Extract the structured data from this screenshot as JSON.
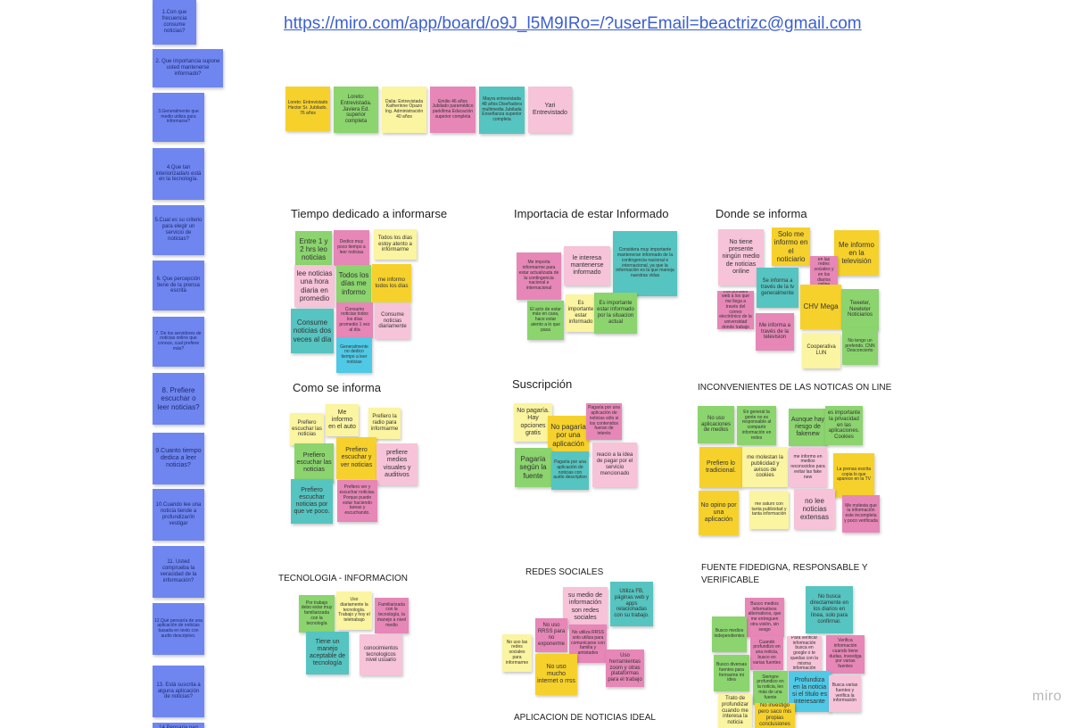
{
  "board_url": "https://miro.com/app/board/o9J_l5M9IRo=/?userEmail=beactrizc@gmail.com",
  "logo": "miro",
  "colors": {
    "blue": "#6f86f0",
    "green": "#8bd46e",
    "yellow": "#f6d12c",
    "light_yellow": "#fbf4a0",
    "pink": "#e687b7",
    "light_pink": "#f6c3d8",
    "teal": "#56c4c0",
    "cyan": "#4fc9e6"
  },
  "questions": [
    "1.Con que frecuencia consume noticias?",
    "2. Que importancia supone usted mantenerse informado?",
    "3.Generalmente que medio utiliza para informarse?",
    "4.Que tan interiorizada/o está en la tecnología.",
    "5.Cual es su criterio para elegir un servicio de noticias?",
    "6. Que percepción tiene de la prensa escrita",
    "7. De los servidores de noticias online que conoce, cual prefiere más?",
    "8. Prefiere escuchar o leer noticias?",
    "9.Cuanto tiempo dedica a leer noticias?",
    "10.Cuando lee una noticia tiende a profundizar/in vestigar",
    "11. Usted comprueba la veracidad de la información?",
    "12.Qué pensaría de una aplicación de noticias basada en texto con audio descriptivo.",
    "13. Está suscrita a alguna aplicación de noticias?",
    "14.Pensaria pag"
  ],
  "interviewees": [
    "Loreto: Entrevistado Hector Sr. Jubilado. 76 años",
    "Loreto: Entrevistada. Javiera Ed. superior completa",
    "Dalia: Entrevistada Katherinne Opazo Ing. Administración 40 años",
    "Emilio 46 años Jubilado paramédico park/lima Educación superior completa",
    "Mayra entrevistada 48 años Diseñadora multimedia Jubilada Enseñanza superior completa",
    "Yari Entrevistado"
  ],
  "sections": {
    "tiempo": {
      "title": "Tiempo dedicado a informarse",
      "notes": [
        "Entre 1 y 2 hrs leo noticias",
        "Dedico muy poco tiempo a leer noticias",
        "Todos los días estoy atento a informarme",
        "lee noticias una hora diaria en promedio",
        "Todos los días me informo",
        "me informo todos los días",
        "Consume noticias dos veces al día",
        "Consumo noticias todos los días promedio 1 vez al día",
        "Consume noticias diariamente",
        "Generalmente no dedico tiempo a leer noticias"
      ]
    },
    "importancia": {
      "title": "Importacia de estar Informado",
      "notes": [
        "Me importa informarme para estar actualizada de la contingencia nacional e internacional",
        "le interesa mantenerse informado",
        "Considera muy importante mantenerse informado de la contingencia nacional e internacional, ya que la información es la que maneja nuestras vidas",
        "El acto de estar más en casa, hace estar atento a lo que pasa",
        "Es importante estar informado",
        "Es importante estar informado por la situacion actual"
      ]
    },
    "donde": {
      "title": "Donde se informa",
      "notes": [
        "No tiene presente ningún medio de noticias online",
        "Solo me informo en el noticiario",
        "Me informo en la televisión",
        "Me informo en las redes sociales y en los diarios online",
        "Se informa a través de la tv generalmente",
        "Los portales web a los que me llega a través del correo electrónico de la universidad donde trabajo",
        "CHV Mega",
        "Tweeter, Newleter Noticiarios",
        "Me informa a través de la television",
        "Cooperativa LUN",
        "No tengo un preferido. CNN Desconcierto"
      ]
    },
    "como": {
      "title": "Como se informa",
      "notes": [
        "Prefiero escuchar las noticias",
        "Me informo en el auto",
        "Prefiero la radio para informarme",
        "Prefiero escuchar las noticias",
        "Prefiero escuchar y ver noticias",
        "prefiere medios visuales y auditivos",
        "Prefiero escuchar noticias por que ve poco.",
        "Prefiero ver y escuchar noticias. Porque puedo estar haciendo tareas y escuchando."
      ]
    },
    "suscripcion": {
      "title": "Suscripción",
      "notes": [
        "No pagaría. Hay opciones gratis",
        "No pagaría por una aplicación",
        "Pagaría por una aplicación de noticias sólo si los contenidos fueran de interés",
        "Pagaría según la fuente",
        "Pagaría por una aplicación de noticias con audio descriptivo",
        "reacio a la idea de pagar por el servicio mencionado"
      ]
    },
    "inconvenientes": {
      "title": "INCONVENIENTES DE LAS NOTICAS ON LINE",
      "notes": [
        "No uso aplicaciones de medios",
        "En general la gente no es responsable al compartir información en redes",
        "Aunque hay riesgo de fakenew",
        "es importante la privacidad en las aplicaciones. Cookies",
        "Prefiero lo tradicional.",
        "me molestan la publicidad y avisos de cookies",
        "me informo en medios reconocidos para evitar las fake new",
        "La prensa escrita copia lo que aparece en la TV",
        "No opino por una aplicación",
        "me saturo con tanta publicidad y tanta información",
        "no lee noticias extensas",
        "Me molesta que la información este incompleta y poco verificada"
      ]
    },
    "tecnologia": {
      "title": "TECNOLOGIA - INFORMACION",
      "notes": [
        "Por trabajo debo estar muy familiarizada con la tecnología",
        "Uso diariamente la tecnología. Trabajo y hoy el teletrabajo",
        "Familiarizada con la tecnología, la manejo a nivel medio",
        "Tiene un manejo aceptable de tecnología",
        "conocimientos tecnologicos nivel usuario"
      ]
    },
    "redes": {
      "title": "REDES SOCIALES",
      "notes": [
        "su medio de información son redes sociales",
        "Utiliza FB, páginas web y apps relacionadas con su trabajo.",
        "No uso RRSS para no exponerme",
        "No utiliza RRSS solo utiliza para comunicarse con familia y amistades",
        "No uso las redes sociales para informarme",
        "No uso mucho internet o rrss",
        "Uso herramientas zoom y otras plataformas para el trabajo"
      ]
    },
    "aplicacion": {
      "title": "APLICACION DE NOTICIAS IDEAL"
    },
    "fuente": {
      "title": "FUENTE FIDEDIGNA, RESPONSABLE Y VERIFICABLE",
      "notes": [
        "Busco medios informativos alternativos, que me entreguen otra visión, sin sesgo",
        "No busca directamente en los diarios en línea, solo para confirmar.",
        "Busco medios independientes",
        "Cuando profundizo en una noticia, busco en varias fuentes",
        "Para verificar información busca en google o te quedas con la misma información",
        "Verifica información cuando tiene dudas, investiga por varias fuentes",
        "Busco diversas fuentes para formarme mi idea",
        "Siempre profundizo en la noticia, leo más de una fuente",
        "Profundiza en la noticia si el título es interesante",
        "Busca varias fuentes y verifica la información",
        "Trato de profundizar cuando me interesa la noticia",
        "No investigo pero saco mis propias conclusiones"
      ]
    }
  }
}
